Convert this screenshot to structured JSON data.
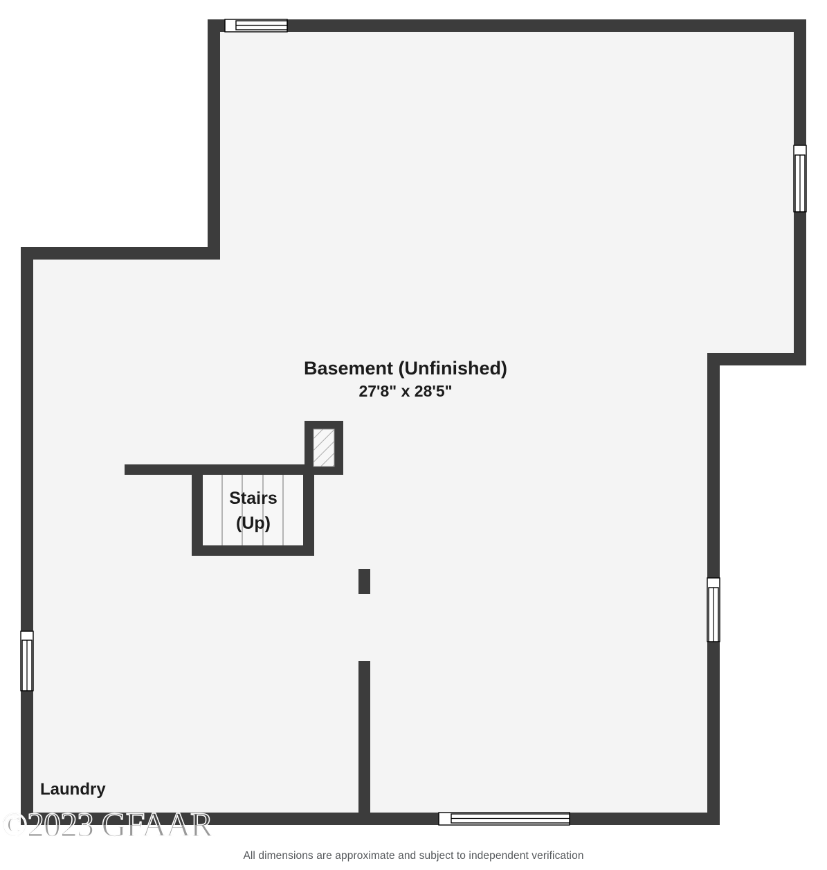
{
  "document": {
    "type": "floor-plan",
    "level": "Basement",
    "footnote": "All dimensions are approximate and subject to independent verification",
    "watermark": "©2023 GFAAR"
  },
  "colors": {
    "wall": "#3c3c3c",
    "wall_outline": "#2e2e2e",
    "floor": "#f4f4f4",
    "page_background": "#ffffff",
    "window_fill": "#ffffff",
    "window_stroke": "#000000",
    "text": "#1b1b1b",
    "footnote_text": "#55585b",
    "stair_line": "#b5b5b5"
  },
  "rooms": [
    {
      "id": "basement",
      "name": "Basement (Unfinished)",
      "dimensions": "27'8\" x 28'5\""
    },
    {
      "id": "stairs",
      "name": "Stairs",
      "direction": "(Up)"
    },
    {
      "id": "laundry",
      "name": "Laundry",
      "dimensions": ""
    }
  ],
  "features": {
    "windows": [
      {
        "id": "window-top",
        "orientation": "horizontal"
      },
      {
        "id": "window-right-upper",
        "orientation": "vertical"
      },
      {
        "id": "window-right-lower",
        "orientation": "vertical"
      },
      {
        "id": "window-left",
        "orientation": "vertical"
      },
      {
        "id": "window-bottom",
        "orientation": "horizontal"
      }
    ],
    "chase": {
      "id": "hatched-chase",
      "hatch": "diagonal"
    },
    "column": {
      "id": "support-column"
    },
    "stair_treads": 5
  }
}
